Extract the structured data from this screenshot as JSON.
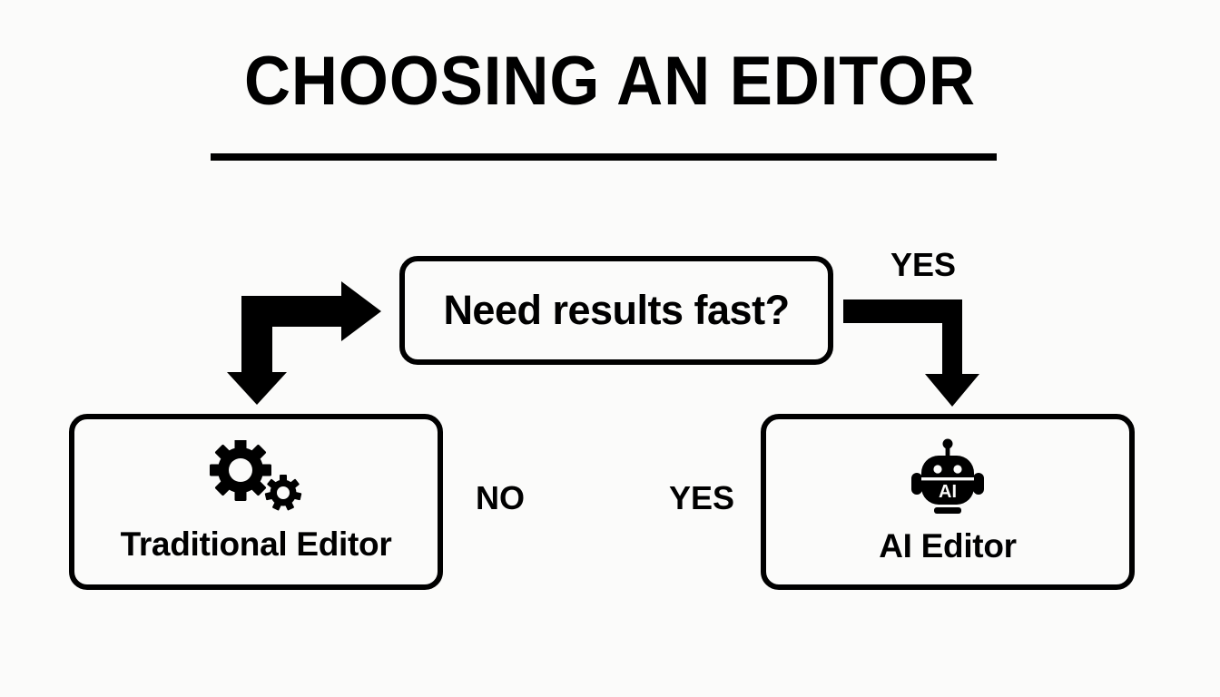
{
  "page": {
    "background_color": "#FBFBFA",
    "ink_color": "#000000",
    "title": "CHOOSING AN EDITOR"
  },
  "diagram": {
    "type": "flowchart",
    "decision": {
      "id": "need-results-fast",
      "label": "Need results fast?",
      "shape": "rounded-rectangle"
    },
    "outcomes": [
      {
        "id": "traditional-editor",
        "label": "Traditional Editor",
        "icon": "gears-icon",
        "position": "left"
      },
      {
        "id": "ai-editor",
        "label": "AI Editor",
        "icon": "robot-icon",
        "icon_text": "AI",
        "position": "right"
      }
    ],
    "edges": [
      {
        "id": "edge-yes-top",
        "label": "YES",
        "from": "need-results-fast",
        "to": "ai-editor",
        "style": "elbow-arrow-down"
      },
      {
        "id": "edge-no-middle",
        "label": "NO",
        "from": "need-results-fast",
        "to": "traditional-editor"
      },
      {
        "id": "edge-yes-middle",
        "label": "YES",
        "from": "need-results-fast",
        "to": "ai-editor"
      }
    ],
    "connectors": [
      {
        "id": "left-elbow-connector",
        "style": "double-headed-elbow-arrow",
        "heads": [
          "right",
          "down"
        ]
      },
      {
        "id": "right-elbow-connector",
        "style": "elbow-arrow",
        "heads": [
          "down"
        ]
      }
    ]
  }
}
